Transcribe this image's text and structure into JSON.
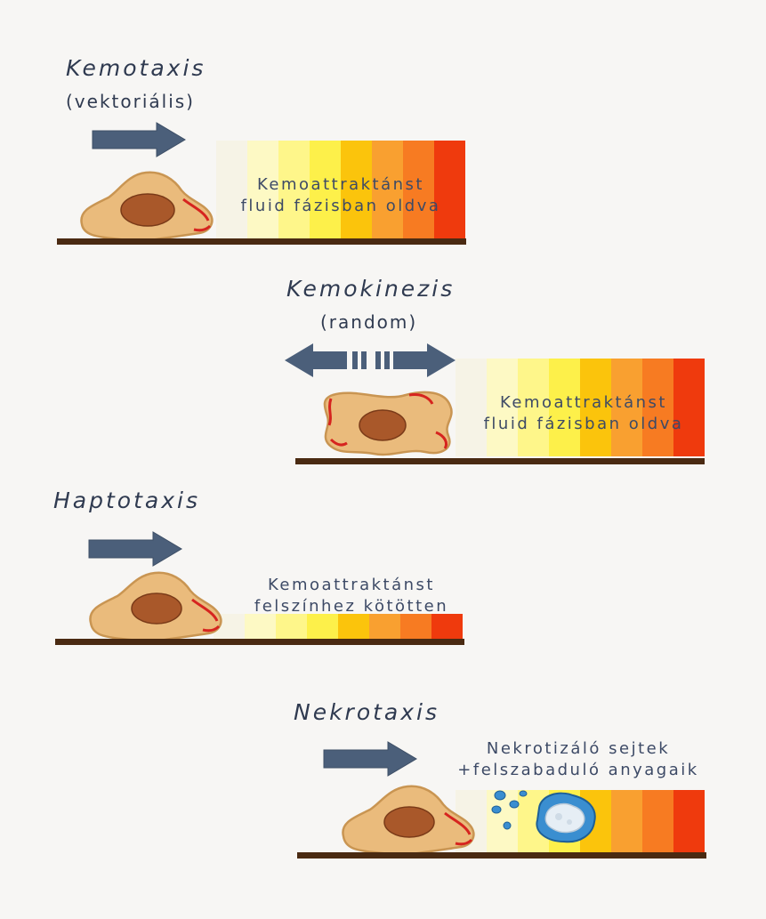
{
  "panels": [
    {
      "id": "kemotaxis",
      "title": "Kemotaxis",
      "subtitle": "(vektoriális)",
      "label_lines": [
        "Kemoattraktánst",
        "fluid fázisban oldva"
      ],
      "arrow": "right-arrow"
    },
    {
      "id": "kemokinezis",
      "title": "Kemokinezis",
      "subtitle": "(random)",
      "label_lines": [
        "Kemoattraktánst",
        "fluid fázisban oldva"
      ],
      "arrow": "double-arrow"
    },
    {
      "id": "haptotaxis",
      "title": "Haptotaxis",
      "label_lines": [
        "Kemoattraktánst",
        "felszínhez kötötten"
      ],
      "arrow": "right-arrow"
    },
    {
      "id": "nekrotaxis",
      "title": "Nekrotaxis",
      "label_lines": [
        "Nekrotizáló sejtek",
        "+felszabaduló anyagaik"
      ],
      "arrow": "right-arrow"
    }
  ],
  "colors": {
    "arrow": "#4b5f7a",
    "floor": "#4a2a12",
    "gradient": [
      "#f6f3e6",
      "#fdf9c4",
      "#fef68a",
      "#fdf04a",
      "#fde522",
      "#fbc40c",
      "#f9a030",
      "#f77b22",
      "#f35510",
      "#ef3a0d"
    ],
    "cell_body": "#e9b87a",
    "nucleus": "#a35424",
    "necrotic_cell": "#3a8ed0"
  }
}
